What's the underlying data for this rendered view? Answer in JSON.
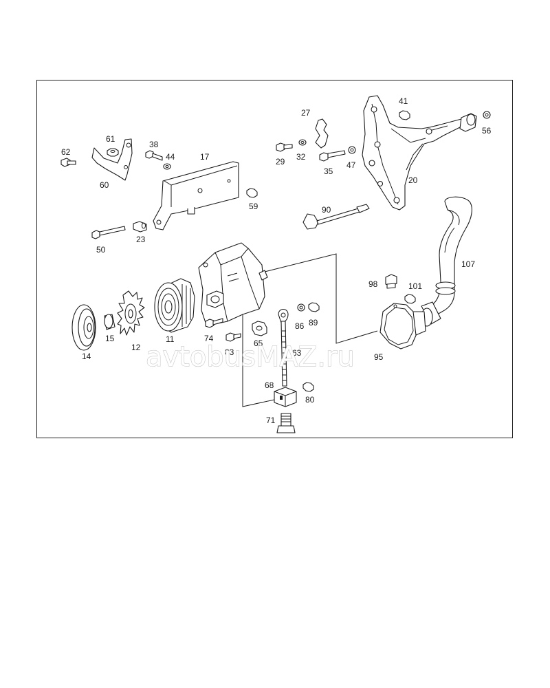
{
  "callouts": [
    {
      "id": "62",
      "text": "62"
    },
    {
      "id": "61",
      "text": "61"
    },
    {
      "id": "60",
      "text": "60"
    },
    {
      "id": "38",
      "text": "38"
    },
    {
      "id": "44",
      "text": "44"
    },
    {
      "id": "17",
      "text": "17"
    },
    {
      "id": "59",
      "text": "59"
    },
    {
      "id": "50",
      "text": "50"
    },
    {
      "id": "23",
      "text": "23"
    },
    {
      "id": "27",
      "text": "27"
    },
    {
      "id": "29",
      "text": "29"
    },
    {
      "id": "32",
      "text": "32"
    },
    {
      "id": "35",
      "text": "35"
    },
    {
      "id": "47",
      "text": "47"
    },
    {
      "id": "41",
      "text": "41"
    },
    {
      "id": "56",
      "text": "56"
    },
    {
      "id": "20",
      "text": "20"
    },
    {
      "id": "90",
      "text": "90"
    },
    {
      "id": "107",
      "text": "107"
    },
    {
      "id": "98",
      "text": "98"
    },
    {
      "id": "101",
      "text": "101"
    },
    {
      "id": "14",
      "text": "14"
    },
    {
      "id": "15",
      "text": "15"
    },
    {
      "id": "12",
      "text": "12"
    },
    {
      "id": "11",
      "text": "11"
    },
    {
      "id": "74",
      "text": "74"
    },
    {
      "id": "83",
      "text": "83"
    },
    {
      "id": "65",
      "text": "65"
    },
    {
      "id": "86",
      "text": "86"
    },
    {
      "id": "89",
      "text": "89"
    },
    {
      "id": "63",
      "text": "63"
    },
    {
      "id": "95",
      "text": "95"
    },
    {
      "id": "68",
      "text": "68"
    },
    {
      "id": "80",
      "text": "80"
    },
    {
      "id": "71",
      "text": "71"
    }
  ],
  "watermark": {
    "text": "avtobusMAZ.ru"
  },
  "colors": {
    "line": "#1a1a1a",
    "background": "#ffffff",
    "watermark": "#c8c8c8"
  }
}
